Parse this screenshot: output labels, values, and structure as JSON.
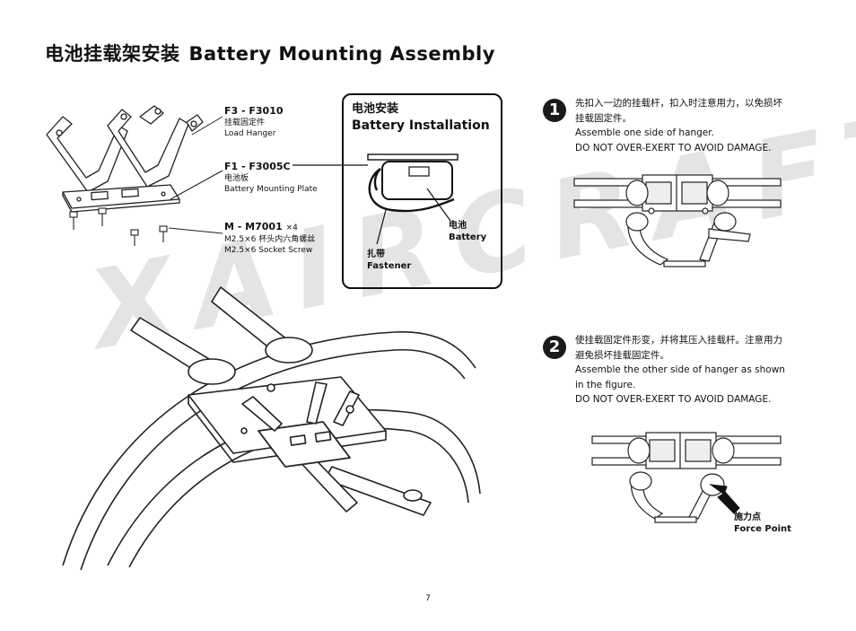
{
  "page": {
    "title_zh": "电池挂载架安装",
    "title_en": "Battery Mounting Assembly",
    "watermark": "XAIRCRAFT",
    "page_number": "7"
  },
  "parts": [
    {
      "code": "F3 - F3010",
      "name_zh": "挂载固定件",
      "name_en": "Load Hanger"
    },
    {
      "code": "F1 - F3005C",
      "name_zh": "电池板",
      "name_en": "Battery Mounting Plate"
    },
    {
      "code": "M - M7001",
      "multiplier": "×4",
      "name_zh": "M2.5×6 杯头内六角螺丝",
      "name_en": "M2.5×6 Socket Screw"
    }
  ],
  "battery_install": {
    "title_zh": "电池安装",
    "title_en": "Battery Installation",
    "battery_zh": "电池",
    "battery_en": "Battery",
    "fastener_zh": "扎带",
    "fastener_en": "Fastener"
  },
  "steps": [
    {
      "number": "1",
      "line1": "先扣入一边的挂载杆，扣入时注意用力，以免损坏",
      "line2": "挂载固定件。",
      "line3": "Assemble one side of hanger.",
      "line4": "DO NOT OVER-EXERT TO AVOID DAMAGE."
    },
    {
      "number": "2",
      "line1": "使挂载固定件形变，并将其压入挂载杆。注意用力",
      "line2": "避免损坏挂载固定件。",
      "line3": "Assemble the other side of hanger as shown",
      "line4": "in the figure.",
      "line5": "DO NOT OVER-EXERT TO AVOID DAMAGE."
    }
  ],
  "force_point": {
    "zh": "施力点",
    "en": "Force Point"
  }
}
